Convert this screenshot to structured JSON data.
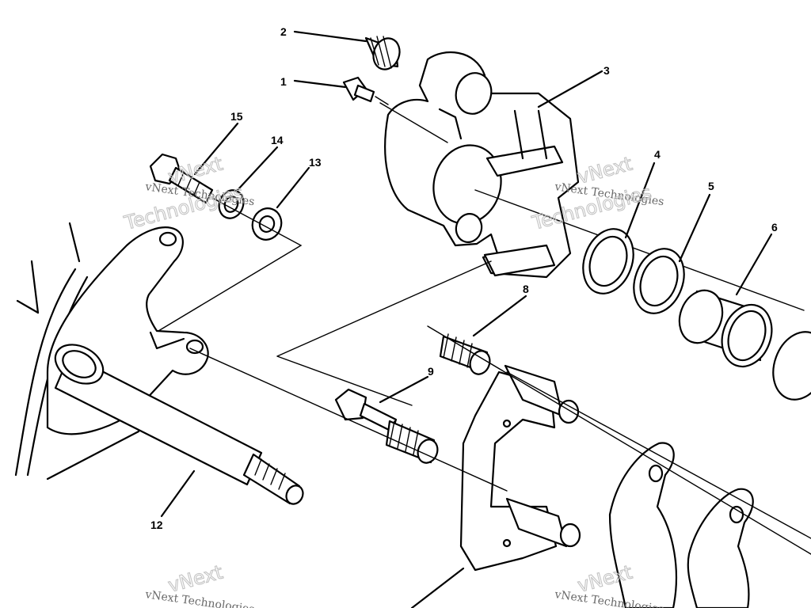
{
  "callouts": {
    "c1": "1",
    "c2": "2",
    "c3": "3",
    "c4": "4",
    "c5": "5",
    "c6": "6",
    "c8": "8",
    "c9": "9",
    "c12": "12",
    "c13": "13",
    "c14": "14",
    "c15": "15"
  },
  "watermark": {
    "line1": "vNext Technologies",
    "big1": "vNext",
    "big2": "Technologies"
  },
  "colors": {
    "ink": "#000000",
    "paper": "#ffffff",
    "watermark": "#c4c4c4"
  }
}
